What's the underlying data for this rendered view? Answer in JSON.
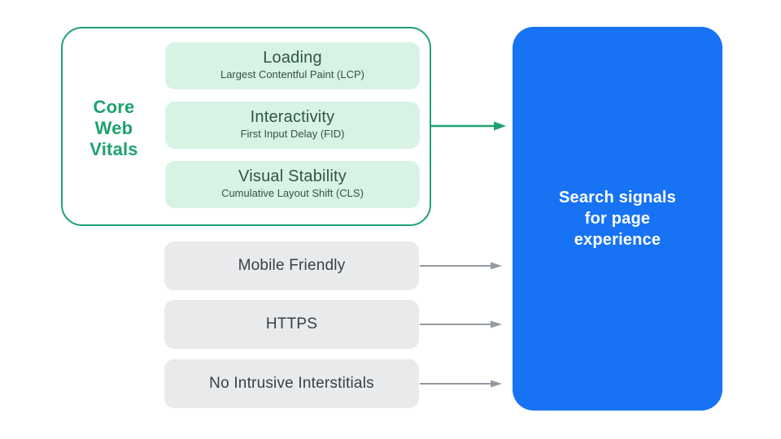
{
  "colors": {
    "green": "#1EA16F",
    "green_light_fill": "#D7F3E4",
    "green_card_text": "#33544A",
    "blue": "#1773F3",
    "gray_fill": "#E8EAEC",
    "gray_text": "#3C4043",
    "arrow_gray": "#949AA0",
    "background": "#FFFFFF",
    "result_text": "#FFFFFF"
  },
  "core_web_vitals": {
    "label_lines": [
      "Core",
      "Web",
      "Vitals"
    ],
    "cards": [
      {
        "title": "Loading",
        "subtitle": "Largest Contentful Paint (LCP)"
      },
      {
        "title": "Interactivity",
        "subtitle": "First Input Delay (FID)"
      },
      {
        "title": "Visual Stability",
        "subtitle": "Cumulative Layout Shift (CLS)"
      }
    ]
  },
  "other_signals": [
    {
      "label": "Mobile Friendly"
    },
    {
      "label": "HTTPS"
    },
    {
      "label": "No Intrusive Interstitials"
    }
  ],
  "result": {
    "label_lines": [
      "Search signals",
      "for page",
      "experience"
    ]
  }
}
